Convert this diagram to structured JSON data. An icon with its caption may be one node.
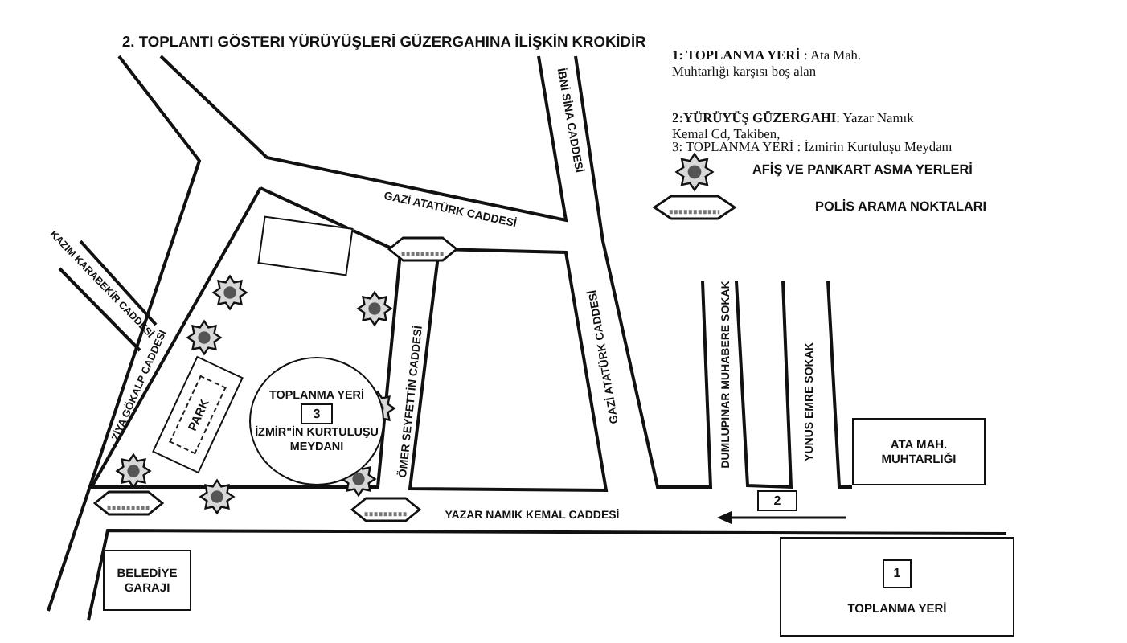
{
  "diagram": {
    "title": "2. TOPLANTI GÖSTERI YÜRÜYÜŞLERİ GÜZERGAHINA İLİŞKİN KROKİDİR",
    "nodes": [
      {
        "text": [],
        "shape": "box"
      },
      {
        "text": [],
        "shape": "box"
      },
      {
        "text": [
          "PARK"
        ],
        "in": 1
      },
      {
        "text": [
          "TOPLANMA YERİ",
          "İZMİR\"İN KURTULUŞU MEYDANI"
        ]
      },
      {
        "text": [
          "3"
        ],
        "in": 3
      },
      {
        "text": [
          "2"
        ]
      },
      {
        "text": [
          "BELEDİYE GARAJI"
        ]
      },
      {
        "text": [
          "ATA MAH. MUHTARLIĞI"
        ]
      },
      {
        "text": [
          "TOPLANMA YERİ"
        ]
      },
      {
        "text": [
          "1"
        ],
        "in": 8
      }
    ],
    "labels": [
      "**1: TOPLANMA YERİ** : Ata Mah. Muhtarlığı karşısı boş alan",
      "**2:YÜRÜYÜŞ GÜZERGAHI**: Yazar Namık Kemal Cd, Takiben,",
      "3: TOPLANMA YERİ : İzmirin Kurtuluşu Meydanı",
      "İBNİ SİNA CADDESİ",
      "GAZİ ATATÜRK CADDESİ",
      "KAZIM KARABEKİR CADDESİ",
      "ZİYA GÖKALP CADDESİ",
      "ÖMER SEYFETTİN CADDESİ",
      "GAZİ ATATÜRK CADDESİ",
      "DUMLUPINAR MUHABERE SOKAK",
      "YUNUS EMRE SOKAK",
      "YAZAR NAMIK KEMAL CADDESİ"
    ],
    "legend": [
      {
        "text": "AFİŞ VE PANKART ASMA YERLERİ"
      },
      {
        "text": "POLİS ARAMA NOKTALARI"
      }
    ]
  }
}
